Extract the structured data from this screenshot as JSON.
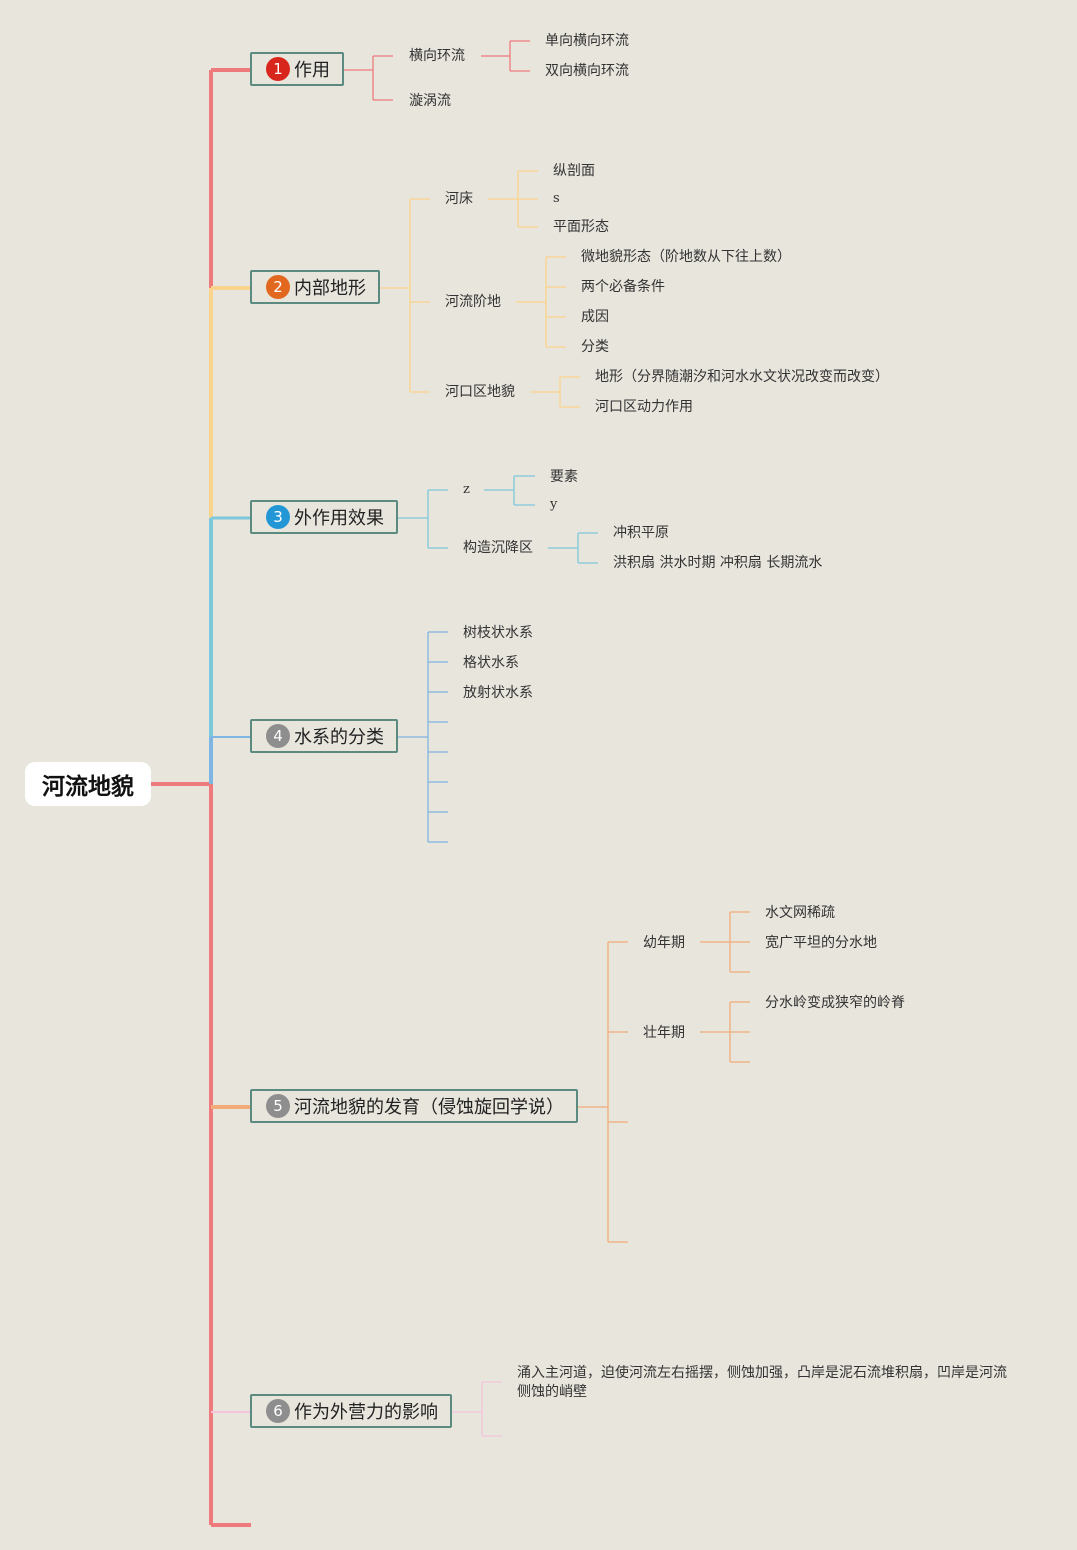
{
  "root": "河流地貌",
  "colors": {
    "red": "#ef7a7c",
    "yellow": "#fad48c",
    "sky": "#7ec8dc",
    "blue": "#7fb5e3",
    "orange": "#f2ac7a",
    "pink": "#f5c3dc",
    "badge_red": "#d9261c",
    "badge_orange": "#e2671f",
    "badge_blue": "#2397d6",
    "badge_gray": "#8e8e8e"
  },
  "branches": [
    {
      "num": "1",
      "label": "作用"
    },
    {
      "num": "2",
      "label": "内部地形"
    },
    {
      "num": "3",
      "label": "外作用效果"
    },
    {
      "num": "4",
      "label": "水系的分类"
    },
    {
      "num": "5",
      "label": "河流地貌的发育（侵蚀旋回学说）"
    },
    {
      "num": "6",
      "label": "作为外营力的影响"
    }
  ],
  "b1": {
    "heng": "横向环流",
    "heng_children": [
      "单向横向环流",
      "双向横向环流"
    ],
    "xuan": "漩涡流"
  },
  "b2": {
    "hechuang": "河床",
    "hechuang_children": [
      "纵剖面",
      "s",
      "平面形态"
    ],
    "jiedi": "河流阶地",
    "jiedi_children": [
      "微地貌形态（阶地数从下往上数）",
      "两个必备条件",
      "成因",
      "分类"
    ],
    "hekou": "河口区地貌",
    "hekou_children": [
      "地形（分界随潮汐和河水水文状况改变而改变）",
      "河口区动力作用"
    ]
  },
  "b3": {
    "z": "z",
    "z_children": [
      "要素",
      "y"
    ],
    "gouzao": "构造沉降区",
    "gouzao_children": [
      "冲积平原",
      "洪积扇 洪水时期 冲积扇 长期流水"
    ]
  },
  "b4": {
    "children": [
      "树枝状水系",
      "格状水系",
      "放射状水系"
    ]
  },
  "b5": {
    "younian": "幼年期",
    "younian_children": [
      "水文网稀疏",
      "宽广平坦的分水地"
    ],
    "zhuangnian": "壮年期",
    "zhuangnian_children": [
      "分水岭变成狭窄的岭脊"
    ]
  },
  "b6": {
    "text": "涌入主河道，迫使河流左右摇摆，侧蚀加强，凸岸是泥石流堆积扇，凹岸是河流侧蚀的峭壁"
  }
}
